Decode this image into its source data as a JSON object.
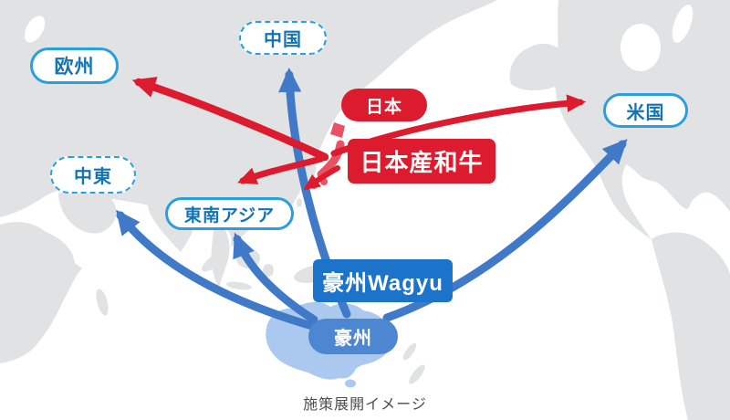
{
  "page": {
    "caption": "施策展開イメージ"
  },
  "nodes": {
    "japan_marker": "日本",
    "japan_product": "日本産和牛",
    "australia_product": "豪州Wagyu",
    "australia_marker": "豪州"
  },
  "destinations": [
    {
      "id": "europe",
      "label": "欧州",
      "border": "solid"
    },
    {
      "id": "china",
      "label": "中国",
      "border": "dashed"
    },
    {
      "id": "middle-east",
      "label": "中東",
      "border": "dashed"
    },
    {
      "id": "southeast-asia",
      "label": "東南アジア",
      "border": "solid"
    },
    {
      "id": "usa",
      "label": "米国",
      "border": "solid"
    }
  ],
  "flows": [
    {
      "from": "日本産和牛",
      "to": "欧州",
      "color": "red"
    },
    {
      "from": "日本産和牛",
      "to": "米国",
      "color": "red"
    },
    {
      "from": "日本産和牛",
      "to": "東南アジア",
      "color": "red"
    },
    {
      "from": "日本産和牛",
      "to": "東南アジア",
      "color": "red",
      "variant": "short"
    },
    {
      "from": "豪州Wagyu",
      "to": "中国",
      "color": "blue"
    },
    {
      "from": "豪州Wagyu",
      "to": "中東",
      "color": "blue"
    },
    {
      "from": "豪州Wagyu",
      "to": "東南アジア",
      "color": "blue"
    },
    {
      "from": "豪州Wagyu",
      "to": "米国",
      "color": "blue"
    }
  ],
  "colors": {
    "ocean": "#ffffff",
    "land": "#e1e2e4",
    "japan_land": "#e85263",
    "aus_land": "#abc9ee",
    "red": "#dc1b2e",
    "blue_arrow": "#4079c8",
    "blue_box": "#1c73ca",
    "aus_pill": "#4d87d1",
    "pill_border": "#2b9fdb",
    "pill_text": "#1374b4",
    "caption": "#4d4d4d"
  }
}
